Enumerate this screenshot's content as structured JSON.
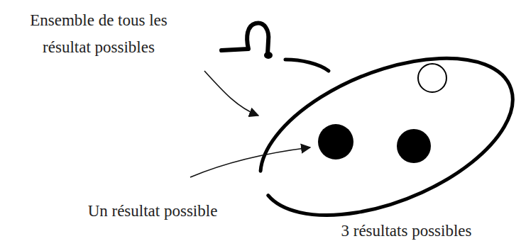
{
  "diagram": {
    "labels": [
      "Ensemble de tous les résultat possibles",
      "Un résultat possible",
      "3 résultats possibles"
    ]
  }
}
